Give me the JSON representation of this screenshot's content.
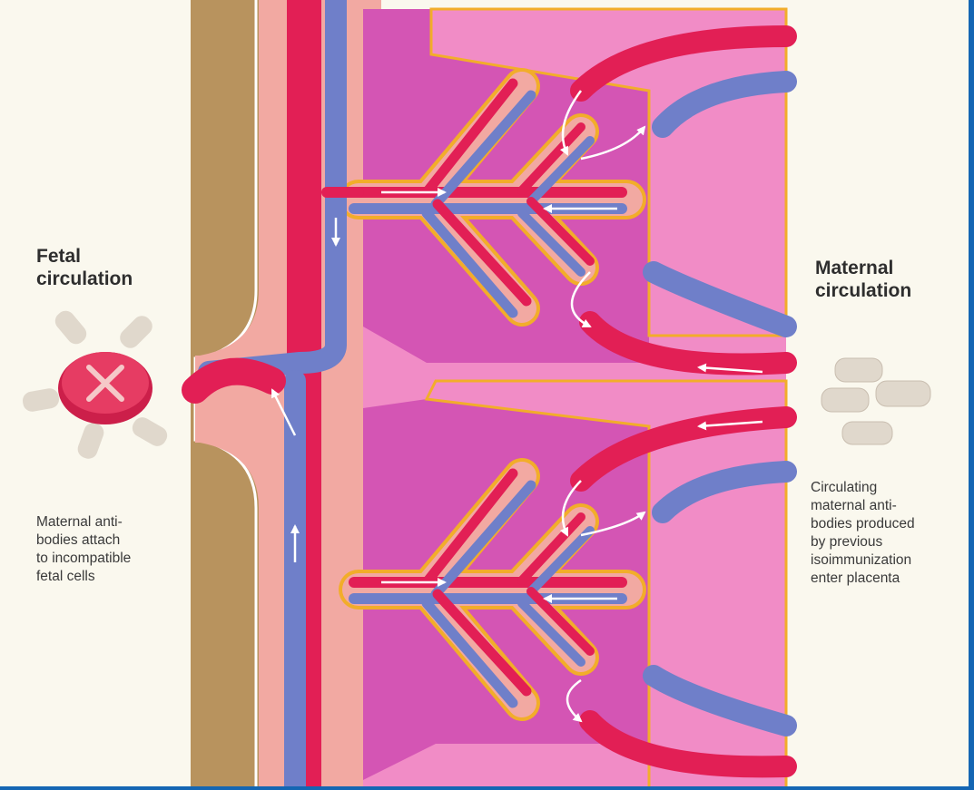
{
  "labels": {
    "fetal_title": "Fetal\ncirculation",
    "maternal_title": "Maternal\ncirculation",
    "fetal_caption": "Maternal anti-\nbodies attach\nto incompatible\nfetal cells",
    "maternal_caption": "Circulating\nmaternal anti-\nbodies produced\nby previous\nisoimmunization\nenter placenta"
  },
  "colors": {
    "background": "#faf8ee",
    "uterine_wall": "#b8935e",
    "placenta_tissue": "#f18cc6",
    "intervillous_space": "#d455b4",
    "chorionic_plate": "#f2a9a2",
    "villus_border": "#f2ad2a",
    "artery_red": "#e21f55",
    "vein_blue": "#6f7fc9",
    "antibody_gray": "#e0d8cc",
    "frame_blue": "#1466b3"
  }
}
